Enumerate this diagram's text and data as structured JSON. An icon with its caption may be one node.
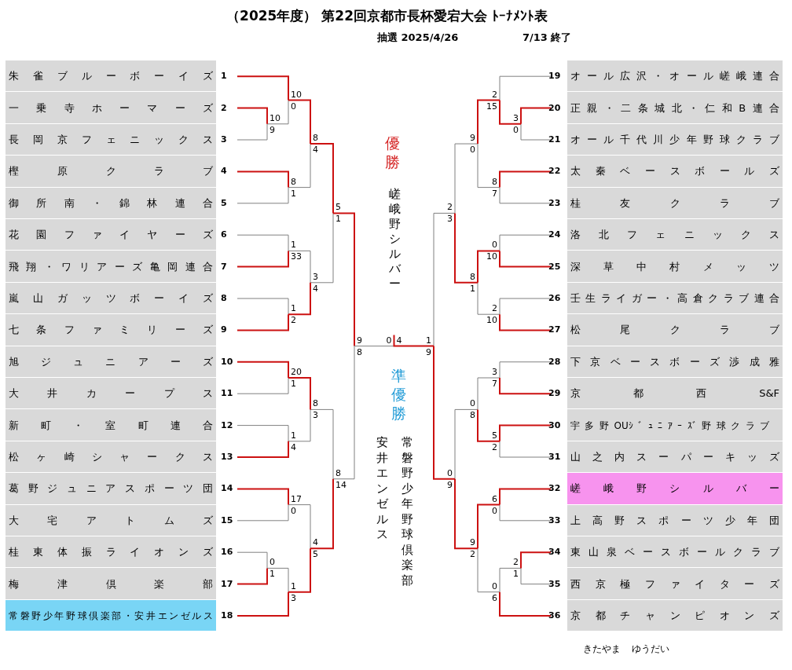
{
  "diagram": {
    "title": "（2025年度） 第22回京都市長杯愛宕大会 ﾄｰﾅﾒﾝﾄ表",
    "nodes": [
      {
        "text": [
          "朱雀ブルーボーイズ"
        ],
        "beside": [
          "1"
        ]
      },
      {
        "text": [
          "一乗寺ホーマーズ"
        ],
        "beside": [
          "2"
        ]
      },
      {
        "text": [
          "長岡京フェニックス"
        ],
        "beside": [
          "3"
        ]
      },
      {
        "text": [
          "樫原クラブ"
        ],
        "beside": [
          "4"
        ]
      },
      {
        "text": [
          "御所南・錦林連合"
        ],
        "beside": [
          "5"
        ]
      },
      {
        "text": [
          "花園ファイヤーズ"
        ],
        "beside": [
          "6"
        ]
      },
      {
        "text": [
          "飛翔・ワリアーズ亀岡連合"
        ],
        "beside": [
          "7"
        ]
      },
      {
        "text": [
          "嵐山ガッツボーイズ"
        ],
        "beside": [
          "8"
        ]
      },
      {
        "text": [
          "七条ファミリーズ"
        ],
        "beside": [
          "9"
        ]
      },
      {
        "text": [
          "旭ジュニアーズ"
        ],
        "beside": [
          "10"
        ]
      },
      {
        "text": [
          "大井カープス"
        ],
        "beside": [
          "11"
        ]
      },
      {
        "text": [
          "新町・室町連合"
        ],
        "beside": [
          "12"
        ]
      },
      {
        "text": [
          "松ヶ崎シャークス"
        ],
        "beside": [
          "13"
        ]
      },
      {
        "text": [
          "葛野ジュニアスポーツ団"
        ],
        "beside": [
          "14"
        ]
      },
      {
        "text": [
          "大宅アトムズ"
        ],
        "beside": [
          "15"
        ]
      },
      {
        "text": [
          "桂東体振ライオンズ"
        ],
        "beside": [
          "16"
        ]
      },
      {
        "text": [
          "梅津倶楽部"
        ],
        "beside": [
          "17"
        ]
      },
      {
        "text": [
          "常磐野少年野球倶楽部・安井エンゼルス"
        ],
        "beside": [
          "18"
        ]
      },
      {
        "text": [
          "オール広沢・オール嵯峨連合"
        ],
        "beside": [
          "19"
        ]
      },
      {
        "text": [
          "正親・二条城北・仁和B連合"
        ],
        "beside": [
          "20"
        ]
      },
      {
        "text": [
          "オール千代川少年野球クラブ"
        ],
        "beside": [
          "21"
        ]
      },
      {
        "text": [
          "太秦ベースボールズ"
        ],
        "beside": [
          "22"
        ]
      },
      {
        "text": [
          "桂友クラブ"
        ],
        "beside": [
          "23"
        ]
      },
      {
        "text": [
          "洛北フェニックス"
        ],
        "beside": [
          "24"
        ]
      },
      {
        "text": [
          "深草中村メッツ"
        ],
        "beside": [
          "25"
        ]
      },
      {
        "text": [
          "壬生ライガー・高倉クラブ連合"
        ],
        "beside": [
          "26"
        ]
      },
      {
        "text": [
          "松尾クラブ"
        ],
        "beside": [
          "27"
        ]
      },
      {
        "text": [
          "下京ベースボーズ渉成雅"
        ],
        "beside": [
          "28"
        ]
      },
      {
        "text": [
          "京都西S&F"
        ],
        "beside": [
          "29"
        ]
      },
      {
        "text": [
          "宇多野OUｼﾞｭﾆｱｰｽﾞ野球クラブ"
        ],
        "beside": [
          "30"
        ]
      },
      {
        "text": [
          "山之内スーパーキッズ"
        ],
        "beside": [
          "31"
        ]
      },
      {
        "text": [
          "嵯峨野シルバー"
        ],
        "beside": [
          "32"
        ]
      },
      {
        "text": [
          "上高野スポーツ少年団"
        ],
        "beside": [
          "33"
        ]
      },
      {
        "text": [
          "東山泉ベースボールクラブ"
        ],
        "beside": [
          "34"
        ]
      },
      {
        "text": [
          "西京極ファイターズ"
        ],
        "beside": [
          "35"
        ]
      },
      {
        "text": [
          "京都チャンピオンズ"
        ],
        "beside": [
          "36"
        ]
      }
    ],
    "labels": [
      "抽選 2025/4/26",
      "7/13 終了",
      "優勝",
      "嵯峨野シルバー",
      "準優勝",
      "常磐野少年野球倶楽部",
      "安井エンゼルス",
      "10",
      "9",
      "10",
      "0",
      "8",
      "1",
      "8",
      "4",
      "1",
      "33",
      "1",
      "2",
      "3",
      "4",
      "5",
      "1",
      "20",
      "1",
      "1",
      "4",
      "8",
      "3",
      "17",
      "0",
      "0",
      "1",
      "1",
      "3",
      "4",
      "5",
      "8",
      "14",
      "9",
      "8",
      "0",
      "4",
      "3",
      "0",
      "2",
      "15",
      "8",
      "7",
      "9",
      "0",
      "0",
      "10",
      "2",
      "10",
      "8",
      "1",
      "2",
      "3",
      "3",
      "7",
      "5",
      "2",
      "0",
      "8",
      "6",
      "0",
      "2",
      "1",
      "0",
      "6",
      "9",
      "2",
      "0",
      "9",
      "1",
      "9",
      "きたやま",
      "ゆうだい"
    ]
  }
}
